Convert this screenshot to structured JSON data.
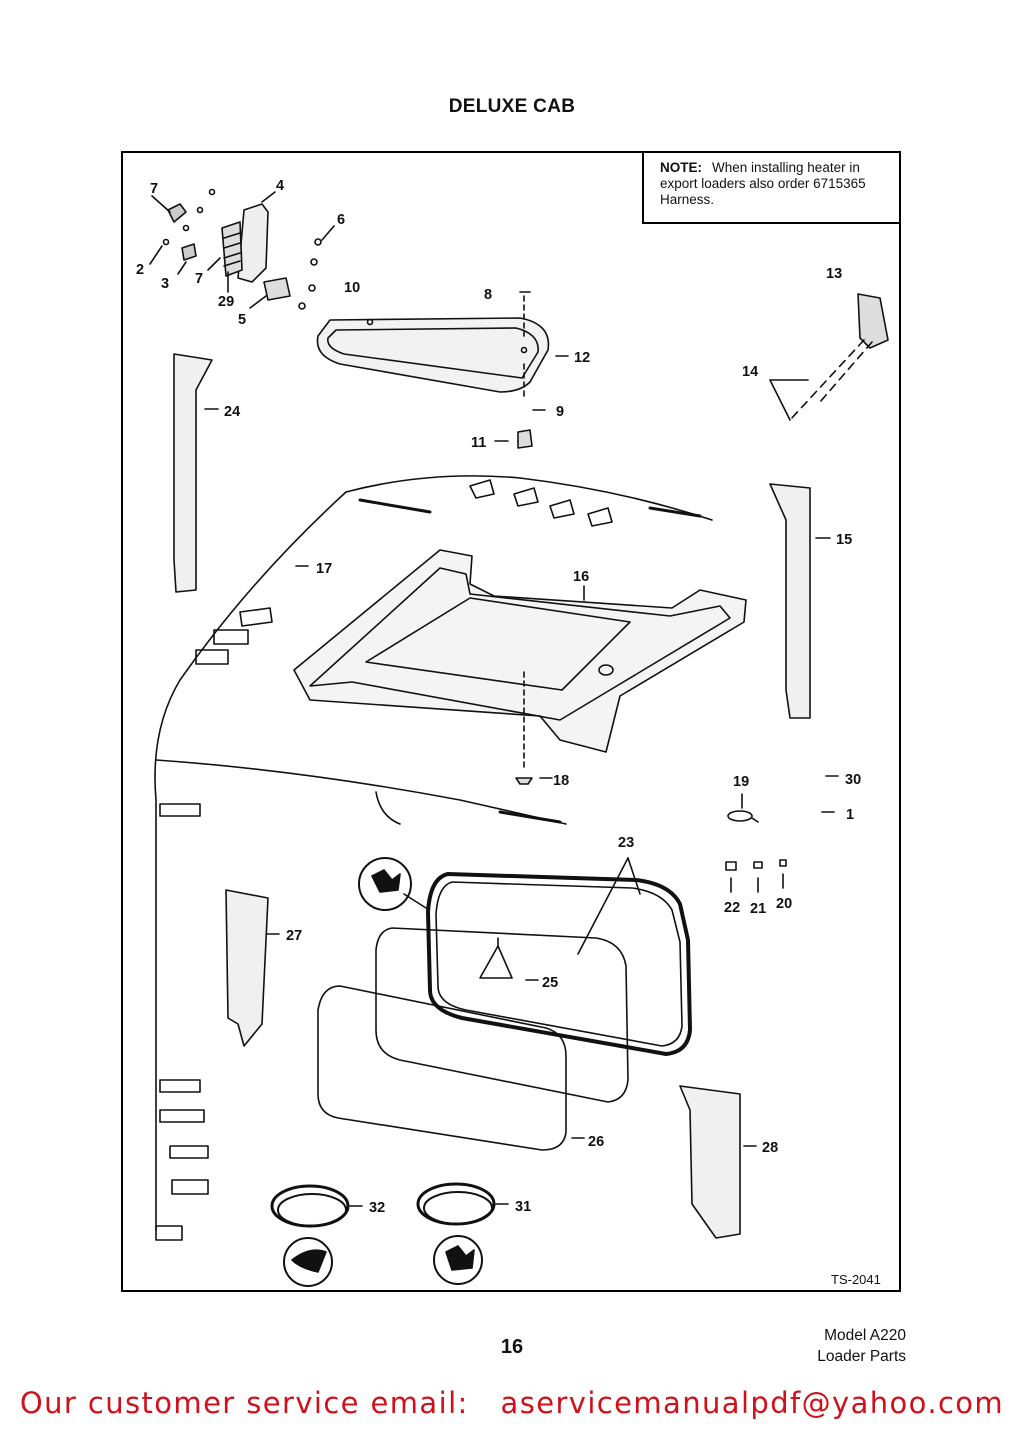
{
  "page": {
    "title": "DELUXE CAB",
    "note_label": "NOTE:",
    "note_text": "When installing heater in export loaders also order 6715365 Harness.",
    "diagram_id": "TS-2041",
    "page_number": "16",
    "model_line": "Model A220",
    "parts_line": "Loader Parts",
    "footer": "Our customer service email:   aservicemanualpdf@yahoo.com"
  },
  "callouts": [
    "1",
    "2",
    "3",
    "4",
    "5",
    "6",
    "7",
    "7",
    "8",
    "9",
    "10",
    "11",
    "12",
    "13",
    "14",
    "15",
    "16",
    "17",
    "18",
    "19",
    "20",
    "21",
    "22",
    "23",
    "24",
    "25",
    "26",
    "27",
    "28",
    "29",
    "30",
    "31",
    "32"
  ],
  "colors": {
    "footer_text": "#d0101a",
    "ink": "#111111"
  }
}
